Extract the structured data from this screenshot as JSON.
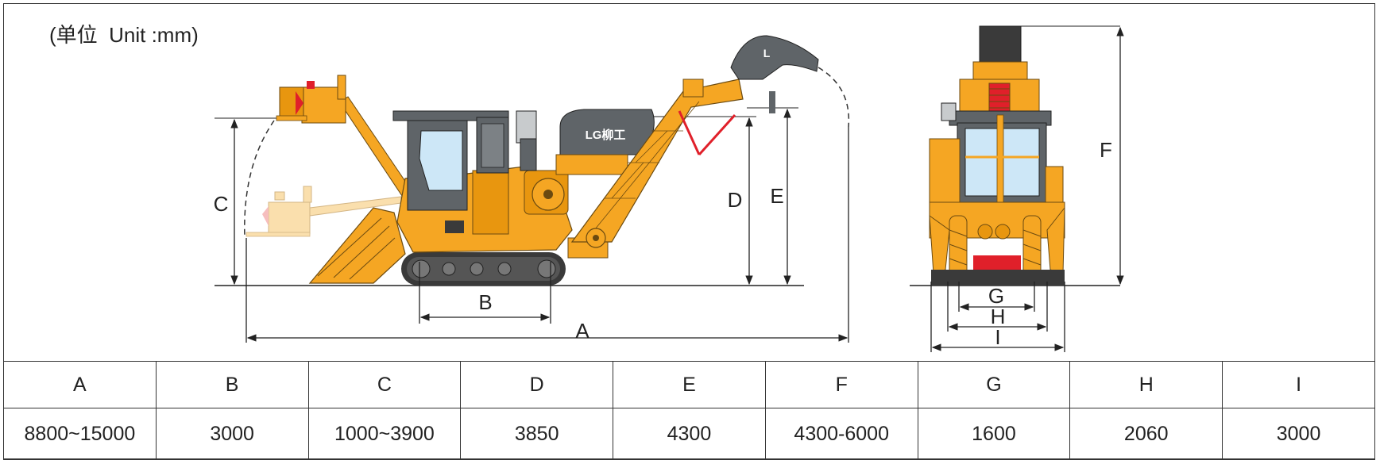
{
  "unit_label": "(单位  Unit :mm)",
  "machine_logo": "LG柳工",
  "dimension_labels": [
    "A",
    "B",
    "C",
    "D",
    "E",
    "F",
    "G",
    "H",
    "I"
  ],
  "table": {
    "headers": [
      "A",
      "B",
      "C",
      "D",
      "E",
      "F",
      "G",
      "H",
      "I"
    ],
    "values": [
      "8800~15000",
      "3000",
      "1000~3900",
      "3850",
      "4300",
      "4300-6000",
      "1600",
      "2060",
      "3000"
    ]
  },
  "colors": {
    "body": "#f5a623",
    "cab_dark": "#5f6468",
    "track": "#3a3a3a",
    "accent_red": "#e0202a",
    "glass": "#cde7f7",
    "line": "#222222"
  }
}
